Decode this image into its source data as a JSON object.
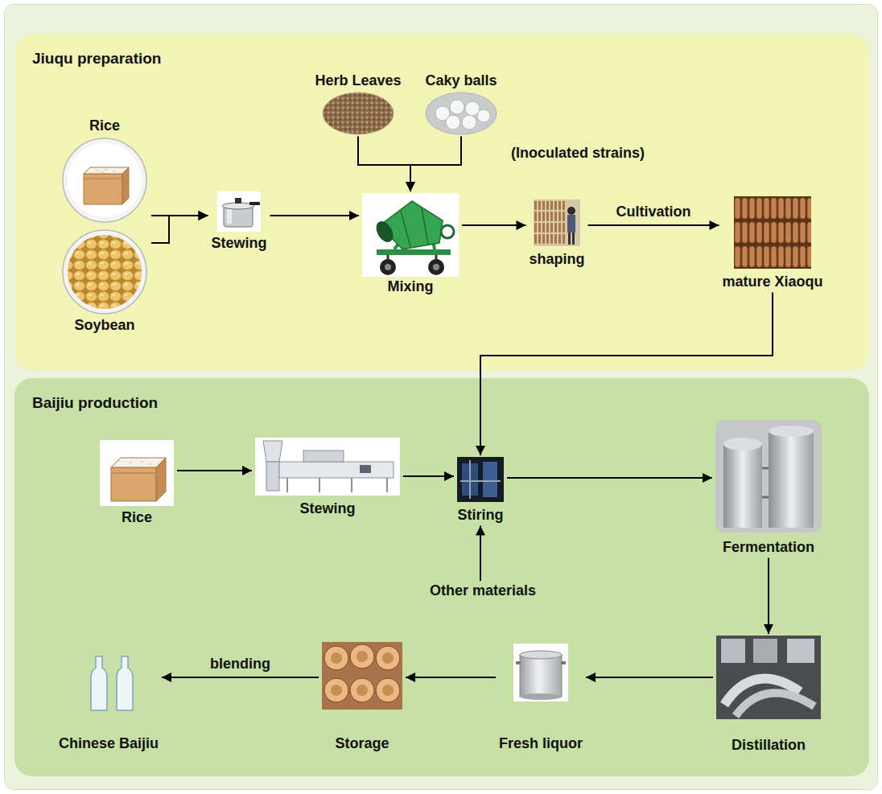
{
  "diagram": {
    "nodes": [
      {
        "text": [
          "Jiuqu preparation"
        ]
      },
      {
        "text": [
          "Rice"
        ],
        "in": 0
      },
      {
        "text": [
          "Soybean"
        ],
        "in": 0
      },
      {
        "text": [
          "Stewing"
        ],
        "in": 0
      },
      {
        "text": [
          "Herb Leaves"
        ],
        "in": 0
      },
      {
        "text": [
          "Caky balls"
        ],
        "in": 0
      },
      {
        "text": [
          "Mixing"
        ],
        "in": 0
      },
      {
        "text": [
          "shaping"
        ],
        "in": 0
      },
      {
        "text": [
          "mature Xiaoqu"
        ],
        "in": 0
      },
      {
        "text": [
          "Baijiu production"
        ]
      },
      {
        "text": [
          "Rice"
        ],
        "in": 9
      },
      {
        "text": [
          "Stewing"
        ],
        "in": 9
      },
      {
        "text": [
          "Stiring"
        ],
        "in": 9
      },
      {
        "text": [
          "Other materials"
        ],
        "in": 9
      },
      {
        "text": [
          "Fermentation"
        ],
        "in": 9
      },
      {
        "text": [
          "Distillation"
        ],
        "in": 9
      },
      {
        "text": [
          "Fresh liquor"
        ],
        "in": 9
      },
      {
        "text": [
          "Storage"
        ],
        "in": 9
      },
      {
        "text": [
          "Chinese Baijiu"
        ],
        "in": 9
      }
    ],
    "edges": [
      {
        "from": 1,
        "to": 3,
        "arrow": "to"
      },
      {
        "from": 2,
        "to": 3,
        "arrow": "to"
      },
      {
        "from": 3,
        "to": 6,
        "arrow": "to"
      },
      {
        "from": 4,
        "to": 6,
        "arrow": "to"
      },
      {
        "from": 5,
        "to": 6,
        "arrow": "to"
      },
      {
        "from": 6,
        "to": 7,
        "arrow": "to"
      },
      {
        "from": 7,
        "to": 8,
        "label": "Cultivation",
        "arrow": "to"
      },
      {
        "from": 8,
        "to": 12,
        "arrow": "to"
      },
      {
        "from": 10,
        "to": 11,
        "arrow": "to"
      },
      {
        "from": 11,
        "to": 12,
        "arrow": "to"
      },
      {
        "from": 13,
        "to": 12,
        "arrow": "to"
      },
      {
        "from": 12,
        "to": 14,
        "arrow": "to"
      },
      {
        "from": 14,
        "to": 15,
        "arrow": "to"
      },
      {
        "from": 15,
        "to": 16,
        "arrow": "to"
      },
      {
        "from": 16,
        "to": 17,
        "arrow": "to"
      },
      {
        "from": 17,
        "to": 18,
        "label": "blending",
        "arrow": "to"
      }
    ],
    "labels": [
      "(Inoculated strains)"
    ]
  }
}
